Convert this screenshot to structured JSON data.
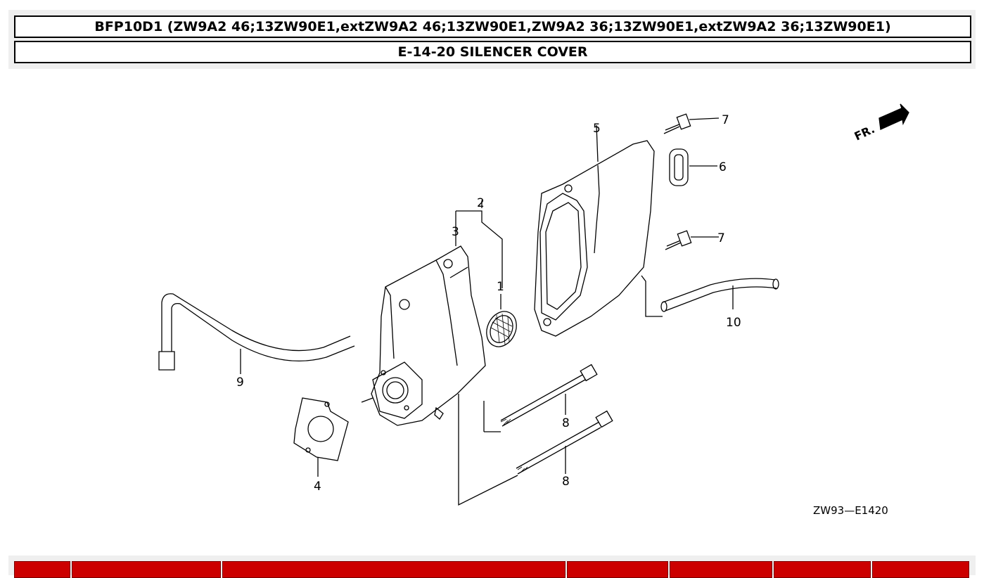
{
  "header": {
    "model_line": "BFP10D1 (ZW9A2 46;13ZW90E1,extZW9A2 46;13ZW90E1,ZW9A2 36;13ZW90E1,extZW9A2 36;13ZW90E1)",
    "section_title": "E-14-20 SILENCER COVER"
  },
  "diagram": {
    "direction_label": "FR.",
    "drawing_code": "ZW93—E1420",
    "callouts": {
      "c1": "1",
      "c2": "2",
      "c3": "3",
      "c4": "4",
      "c5": "5",
      "c6": "6",
      "c7a": "7",
      "c7b": "7",
      "c8a": "8",
      "c8b": "8",
      "c9": "9",
      "c10": "10"
    }
  },
  "colors": {
    "header_border": "#000000",
    "table_header": "#cc0000",
    "frame_bg": "#efefef"
  },
  "footer_table": {
    "note": ""
  }
}
